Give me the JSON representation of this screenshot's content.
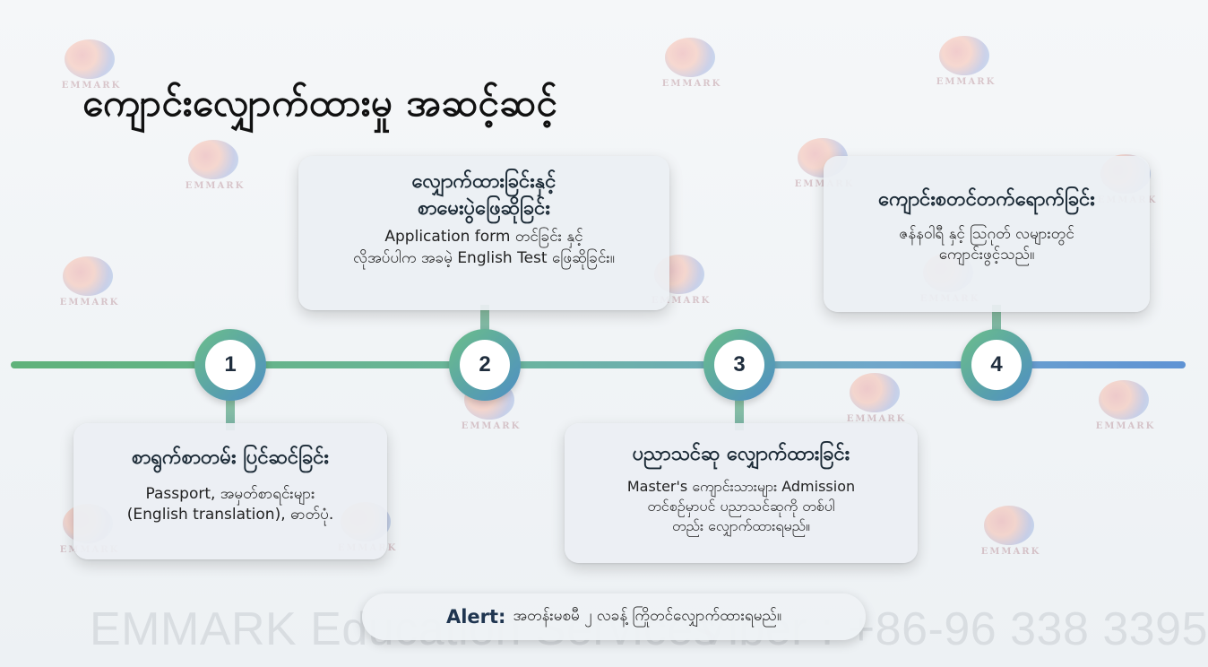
{
  "title": "ကျောင်းလျှောက်ထားမှု အဆင့်ဆင့်",
  "watermark_logo_text": "EMMARK",
  "steps": [
    {
      "number": "1",
      "title": "စာရွက်စာတမ်း ပြင်ဆင်ခြင်း",
      "desc_lines": [
        "Passport, အမှတ်စာရင်းများ",
        "(English translation), ဓာတ်ပုံ."
      ]
    },
    {
      "number": "2",
      "title_lines": [
        "လျှောက်ထားခြင်းနှင့်",
        "စာမေးပွဲဖြေဆိုခြင်း"
      ],
      "desc_lines": [
        "Application form တင်ခြင်း နှင့်",
        "လိုအပ်ပါက အခမဲ့ English Test ဖြေဆိုခြင်း။"
      ]
    },
    {
      "number": "3",
      "title": "ပညာသင်ဆု လျှောက်ထားခြင်း",
      "desc_lines": [
        "Master's ကျောင်းသားများ Admission",
        "တင်စဉ်မှာပင် ပညာသင်ဆုကို တစ်ပါ",
        "တည်း လျှောက်ထားရမည်။"
      ]
    },
    {
      "number": "4",
      "title": "ကျောင်းစတင်တက်ရောက်ခြင်း",
      "desc_lines": [
        "ဇန်နဝါရီ နှင့် ဩဂုတ် လများတွင်",
        "ကျောင်းဖွင့်သည်။"
      ]
    }
  ],
  "alert": {
    "label": "Alert:",
    "text": "အတန်းမစမီ ၂ လခန့် ကြိုတင်လျှောက်ထားရမည်။"
  },
  "footer": {
    "left": "EMMARK Education Services",
    "right": "Viber : +86-96 338 3395"
  },
  "colors": {
    "line_start": "#5fb27a",
    "line_end": "#5f93d4",
    "card_bg": "#eceff3",
    "title": "#111111"
  }
}
